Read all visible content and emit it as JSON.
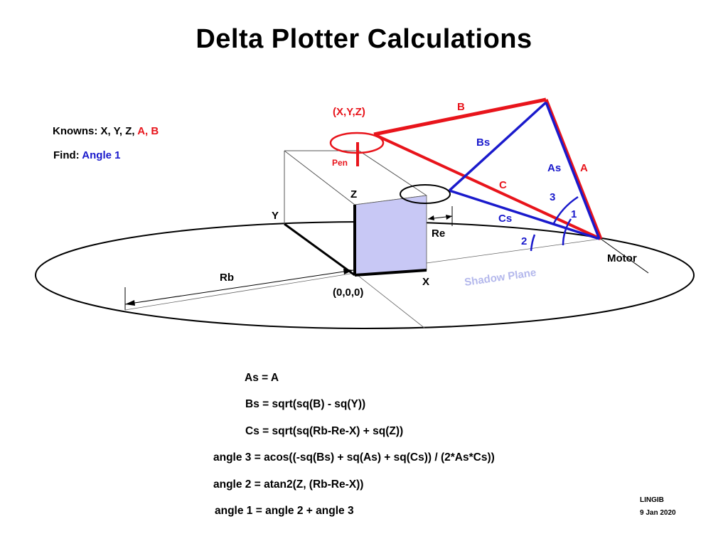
{
  "title": "Delta Plotter Calculations",
  "knowns": {
    "label": "Knowns:",
    "plain": "X, Y, Z,",
    "highlighted": "A, B"
  },
  "find": {
    "label": "Find:",
    "target": "Angle 1"
  },
  "diagram": {
    "point_label": "(X,Y,Z)",
    "pen": "Pen",
    "origin": "(0,0,0)",
    "axis_x": "X",
    "axis_y": "Y",
    "axis_z": "Z",
    "re": "Re",
    "rb": "Rb",
    "shadow_plane": "Shadow Plane",
    "motor": "Motor",
    "links": {
      "a": "A",
      "b": "B",
      "c": "C",
      "as": "As",
      "bs": "Bs",
      "cs": "Cs"
    },
    "angles": {
      "one": "1",
      "two": "2",
      "three": "3"
    }
  },
  "equations": [
    "As = A",
    "Bs = sqrt(sq(B) - sq(Y))",
    "Cs = sqrt(sq(Rb-Re-X) + sq(Z))",
    "angle 3 = acos((-sq(Bs) + sq(As) + sq(Cs)) / (2*As*Cs))",
    "angle 2 = atan2(Z, (Rb-Re-X))",
    "angle 1 =  angle 2 + angle 3"
  ],
  "credit": {
    "author": "LINGIB",
    "date": "9 Jan 2020"
  },
  "colors": {
    "red_links": "#e8141b",
    "blue_shadow": "#1a1acc",
    "shadow_plane_text": "#b4b8ec",
    "face_fill": "#c8c8f5"
  }
}
